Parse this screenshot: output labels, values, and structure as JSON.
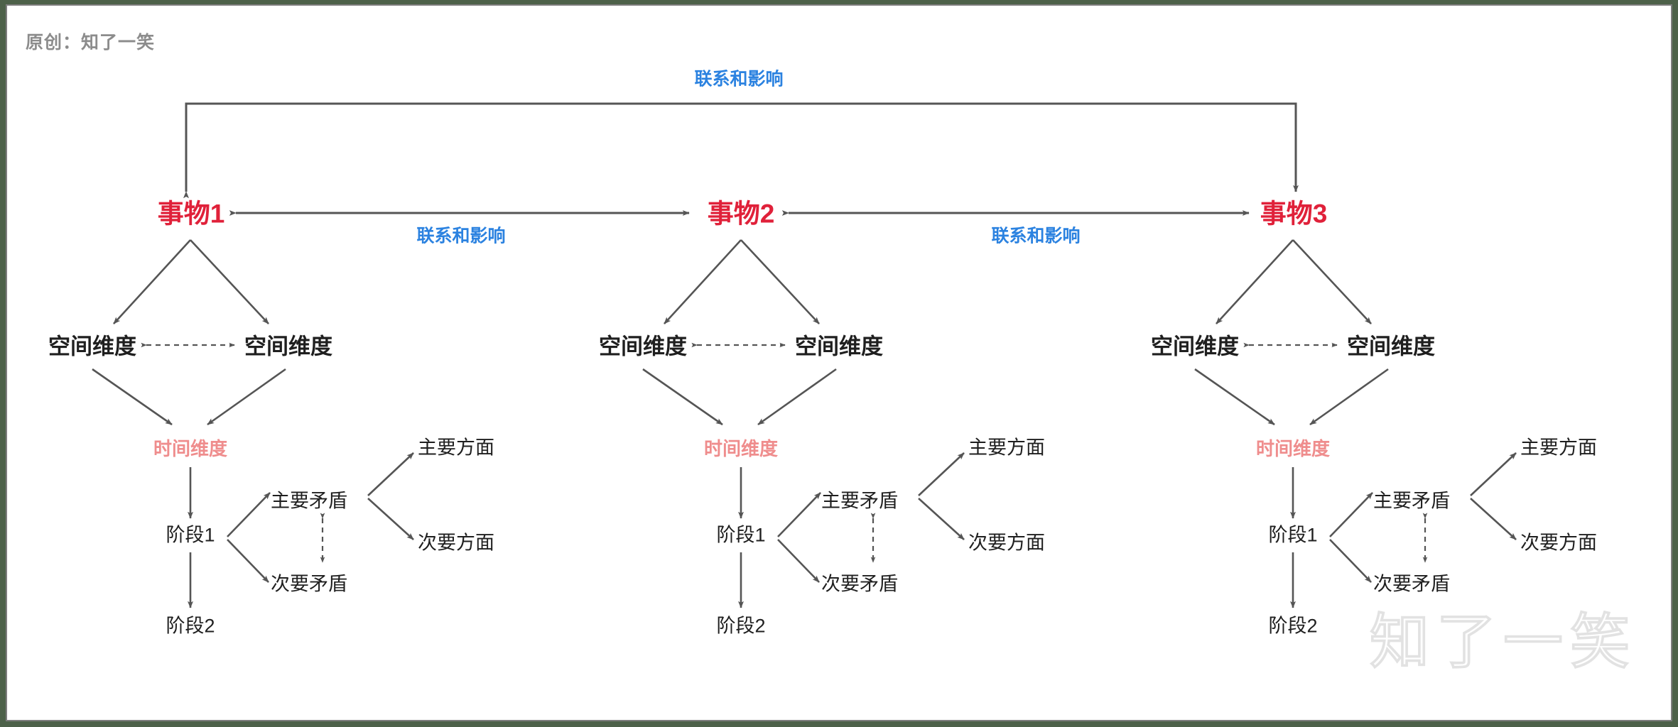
{
  "meta": {
    "credit": "原创：知了一笑",
    "watermark": "知了一笑",
    "colors": {
      "frame": "#4d6149",
      "inner_border": "#7d7d7d",
      "background": "#ffffff",
      "thing_red": "#e0213a",
      "link_blue": "#2b82e0",
      "time_pink": "#ef8d8d",
      "node_dark": "#1f1f1f",
      "arrow_gray": "#555555"
    }
  },
  "diagram": {
    "type": "node-link-tree",
    "top_link_label": "联系和影响",
    "cross_links": [
      {
        "from": "事物1",
        "to": "事物2",
        "label": "联系和影响",
        "style": "double-arrow"
      },
      {
        "from": "事物2",
        "to": "事物3",
        "label": "联系和影响",
        "style": "double-arrow"
      },
      {
        "from": "事物1",
        "to": "事物3",
        "label": "联系和影响",
        "style": "bracket-arrow"
      }
    ],
    "groups": [
      {
        "id": "group-1",
        "root": "事物1",
        "space_left": "空间维度",
        "space_right": "空间维度",
        "space_link": "dashed-double-arrow",
        "time_dim": "时间维度",
        "stage_1": "阶段1",
        "stage_2": "阶段2",
        "primary_contradiction": "主要矛盾",
        "secondary_contradiction": "次要矛盾",
        "contradiction_link": "dashed-double-arrow",
        "primary_aspect": "主要方面",
        "secondary_aspect": "次要方面"
      },
      {
        "id": "group-2",
        "root": "事物2",
        "space_left": "空间维度",
        "space_right": "空间维度",
        "space_link": "dashed-double-arrow",
        "time_dim": "时间维度",
        "stage_1": "阶段1",
        "stage_2": "阶段2",
        "primary_contradiction": "主要矛盾",
        "secondary_contradiction": "次要矛盾",
        "contradiction_link": "dashed-double-arrow",
        "primary_aspect": "主要方面",
        "secondary_aspect": "次要方面"
      },
      {
        "id": "group-3",
        "root": "事物3",
        "space_left": "空间维度",
        "space_right": "空间维度",
        "space_link": "dashed-double-arrow",
        "time_dim": "时间维度",
        "stage_1": "阶段1",
        "stage_2": "阶段2",
        "primary_contradiction": "主要矛盾",
        "secondary_contradiction": "次要矛盾",
        "contradiction_link": "dashed-double-arrow",
        "primary_aspect": "主要方面",
        "secondary_aspect": "次要方面"
      }
    ]
  }
}
